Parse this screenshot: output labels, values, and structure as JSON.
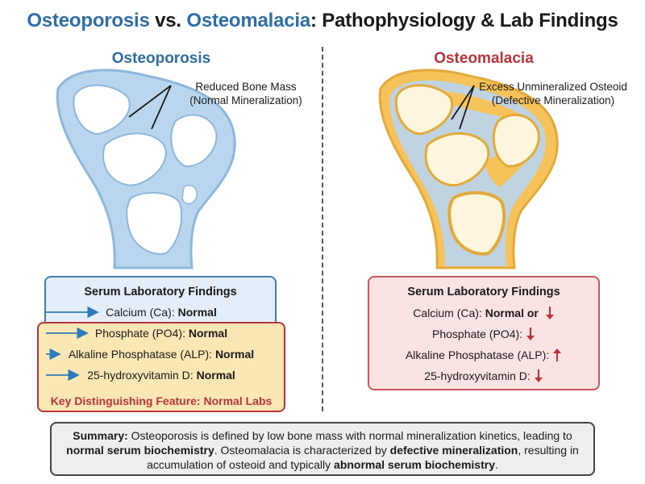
{
  "title": {
    "part1": "Osteoporosis",
    "part2": " vs. ",
    "part3": "Osteomalacia",
    "part4": ": Pathophysiology & Lab Findings"
  },
  "left": {
    "heading": "Osteoporosis",
    "callout_line1": "Reduced Bone Mass",
    "callout_line2": "(Normal Mineralization)",
    "panel_heading": "Serum Laboratory Findings",
    "rows": [
      {
        "label": "Calcium (Ca): ",
        "value": "Normal"
      },
      {
        "label": "Phosphate (PO4): ",
        "value": "Normal"
      },
      {
        "label": "Alkaline Phosphatase (ALP): ",
        "value": "Normal"
      },
      {
        "label": "25-hydroxyvitamin D: ",
        "value": "Normal"
      }
    ],
    "key_feature": "Key Distinguishing Feature: Normal Labs"
  },
  "right": {
    "heading": "Osteomalacia",
    "callout_line1": "Excess Unmineralized Osteoid",
    "callout_line2": "(Defective Mineralization)",
    "panel_heading": "Serum Laboratory Findings",
    "rows": [
      {
        "label": "Calcium (Ca): ",
        "value": "Normal or",
        "trend": "down"
      },
      {
        "label": "Phosphate (PO4): ",
        "value": "",
        "trend": "down"
      },
      {
        "label": "Alkaline Phosphatase (ALP): ",
        "value": "",
        "trend": "up"
      },
      {
        "label": "25-hydroxyvitamin D: ",
        "value": "",
        "trend": "down"
      }
    ]
  },
  "summary": {
    "s1": "Summary:",
    "s2": " Osteoporosis is defined by low bone mass with normal mineralization kinetics, leading to ",
    "s3": "normal serum biochemistry",
    "s4": ". Osteomalacia is characterized by ",
    "s5": "defective mineralization",
    "s6": ", resulting in accumulation of osteoid and typically ",
    "s7": "abnormal serum biochemistry",
    "s8": "."
  },
  "colors": {
    "osteoporosis_blue": "#2f6ea5",
    "osteomalacia_red": "#b8343a",
    "bone_blue": "#b9d6ee",
    "osteoid_yellow": "#f6c35a"
  }
}
